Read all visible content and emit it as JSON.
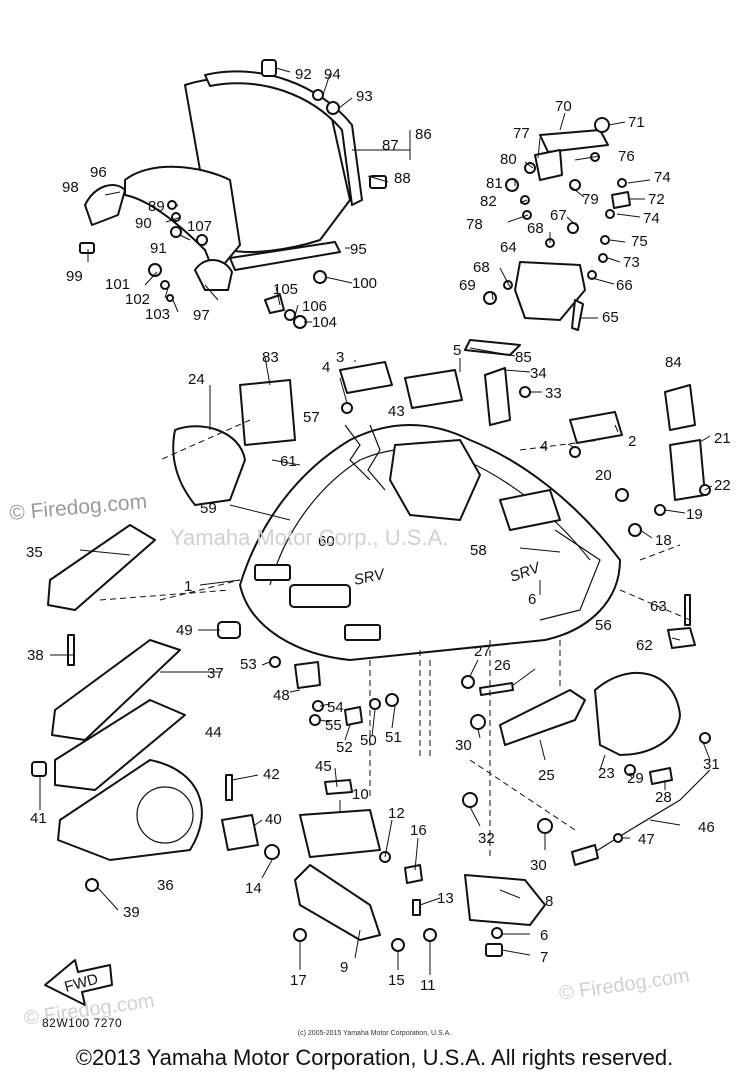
{
  "diagram": {
    "callouts": [
      "1",
      "2",
      "3",
      "4",
      "5",
      "6",
      "7",
      "8",
      "9",
      "10",
      "11",
      "12",
      "13",
      "14",
      "15",
      "16",
      "17",
      "18",
      "19",
      "20",
      "21",
      "22",
      "23",
      "24",
      "25",
      "26",
      "27",
      "28",
      "29",
      "30",
      "31",
      "32",
      "33",
      "34",
      "35",
      "36",
      "37",
      "38",
      "39",
      "40",
      "41",
      "42",
      "43",
      "44",
      "45",
      "46",
      "47",
      "48",
      "49",
      "50",
      "51",
      "52",
      "53",
      "54",
      "55",
      "56",
      "57",
      "58",
      "59",
      "60",
      "61",
      "62",
      "63",
      "64",
      "65",
      "66",
      "67",
      "68",
      "69",
      "70",
      "71",
      "72",
      "73",
      "74",
      "75",
      "76",
      "77",
      "78",
      "79",
      "80",
      "81",
      "82",
      "83",
      "84",
      "85",
      "86",
      "87",
      "88",
      "89",
      "90",
      "91",
      "92",
      "93",
      "94",
      "95",
      "96",
      "97",
      "98",
      "99",
      "100",
      "101",
      "102",
      "103",
      "104",
      "105",
      "106",
      "107"
    ],
    "hood_brand_text": "SRV",
    "fwd_arrow_text": "FWD",
    "watermark_center": "Yamaha Motor Corp., U.S.A.",
    "watermark_left": "© Firedog.com",
    "watermark_bottom_left": "© Firedog.com",
    "watermark_bottom_right": "© Firedog.com",
    "diagram_code": "82W100 7270"
  },
  "footer": {
    "copyright_small": "(c) 2005-2015 Yamaha Motor Corporation, U.S.A.",
    "copyright_main": "©2013 Yamaha Motor Corporation, U.S.A. All rights reserved."
  },
  "colors": {
    "line": "#111111",
    "watermark": "#9a9a9a",
    "background": "#ffffff"
  }
}
